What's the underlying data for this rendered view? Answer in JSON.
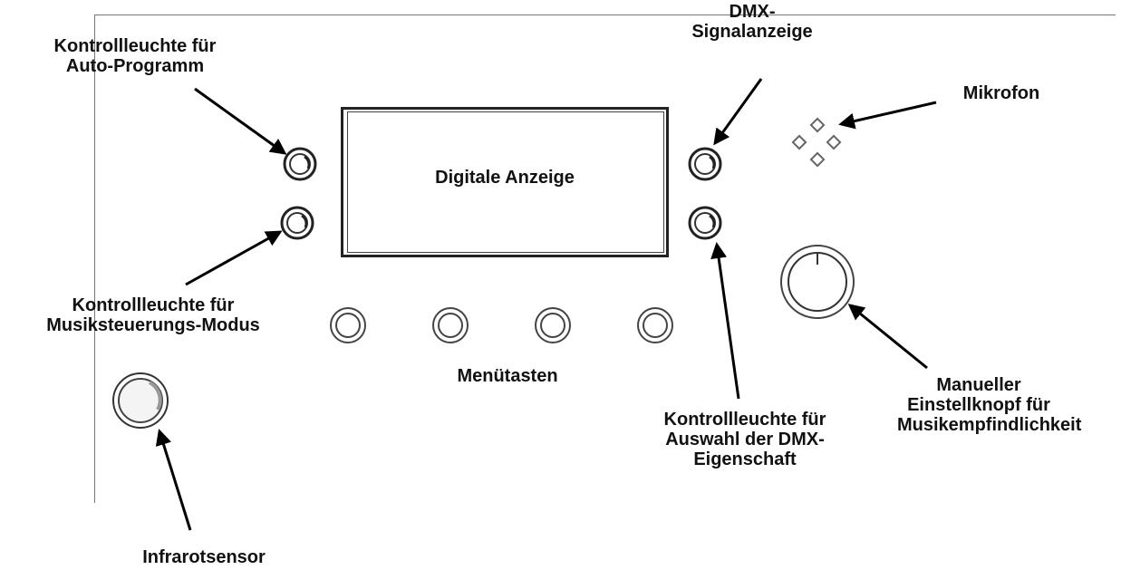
{
  "labels": {
    "auto_program": [
      "Kontrollleuchte für",
      "Auto-Programm"
    ],
    "music_mode": [
      "Kontrollleuchte für",
      "Musiksteuerungs-Modus"
    ],
    "dmx_signal": [
      "DMX-",
      "Signalanzeige"
    ],
    "microphone": "Mikrofon",
    "digital_display": "Digitale Anzeige",
    "menu_buttons": "Menütasten",
    "dmx_selection": [
      "Kontrollleuchte für",
      "Auswahl der DMX-",
      "Eigenschaft"
    ],
    "sensitivity_knob": [
      "Manueller",
      "Einstellknopf für",
      "Musikempfindlichkeit"
    ],
    "infrared_sensor": "Infrarotsensor"
  }
}
